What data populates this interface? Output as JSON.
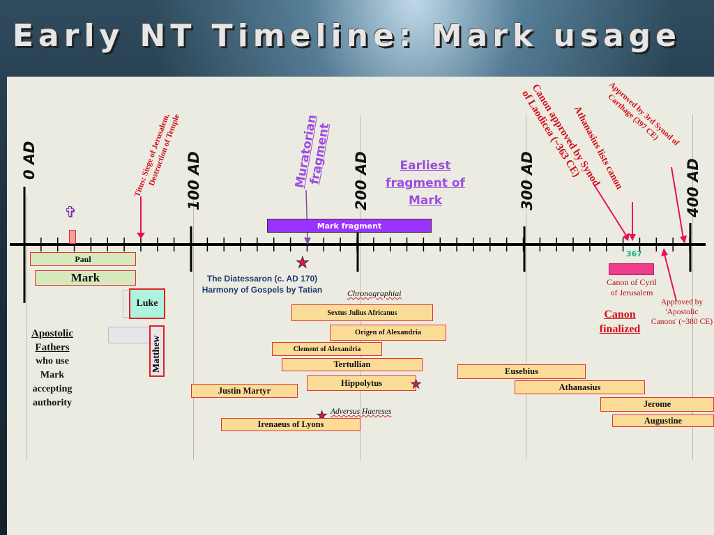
{
  "title": "Early NT Timeline: Mark usage",
  "eras": [
    "0 AD",
    "100 AD",
    "200 AD",
    "300 AD",
    "400 AD"
  ],
  "gospels": {
    "paul": "Paul",
    "mark": "Mark",
    "luke": "Luke",
    "matthew": "Matthew"
  },
  "apostolic": [
    "Apostolic",
    "Fathers",
    "who use",
    "Mark",
    "accepting",
    "authority"
  ],
  "titus": [
    "Titus:  Siege of Jerusalem,",
    "Destruction of Temple"
  ],
  "muratorian": [
    "Muratorian",
    "fragment"
  ],
  "earliest": [
    "Earliest",
    "fragment of",
    "Mark"
  ],
  "mark_fragment": "Mark fragment",
  "diatessaron": [
    "The Diatessaron (c. AD 170)",
    "Harmony of Gospels by Tatian"
  ],
  "chronographiai": "Chronographiai",
  "adversus": "Adversus Haereses",
  "fathers": {
    "sextus": "Sextus Julius Africanus",
    "origen": "Origen of Alexandria",
    "clement": "Clement of Alexandria",
    "tertullian": "Tertullian",
    "hippolytus": "Hippolytus",
    "justin": "Justin Martyr",
    "irenaeus": "Irenaeus of Lyons",
    "eusebius": "Eusebius",
    "athanasius": "Athanasius",
    "jerome": "Jerome",
    "augustine": "Augustine"
  },
  "canon_laodicea": [
    "Canon approved by Synod",
    "of Laodicea (~363 CE)"
  ],
  "athanasius_lists": "Athanasius lists canon",
  "carthage": [
    "Approved by 3rd Synod of",
    "Carthage (397 CE)"
  ],
  "year_367": "367",
  "cyril": [
    "Canon of Cyril",
    "of Jerusalem"
  ],
  "canon_finalized": [
    "Canon",
    "finalized"
  ],
  "apostolic_canons": [
    "Approved by",
    "'Apostolic",
    "Canons' (~380 CE)"
  ]
}
